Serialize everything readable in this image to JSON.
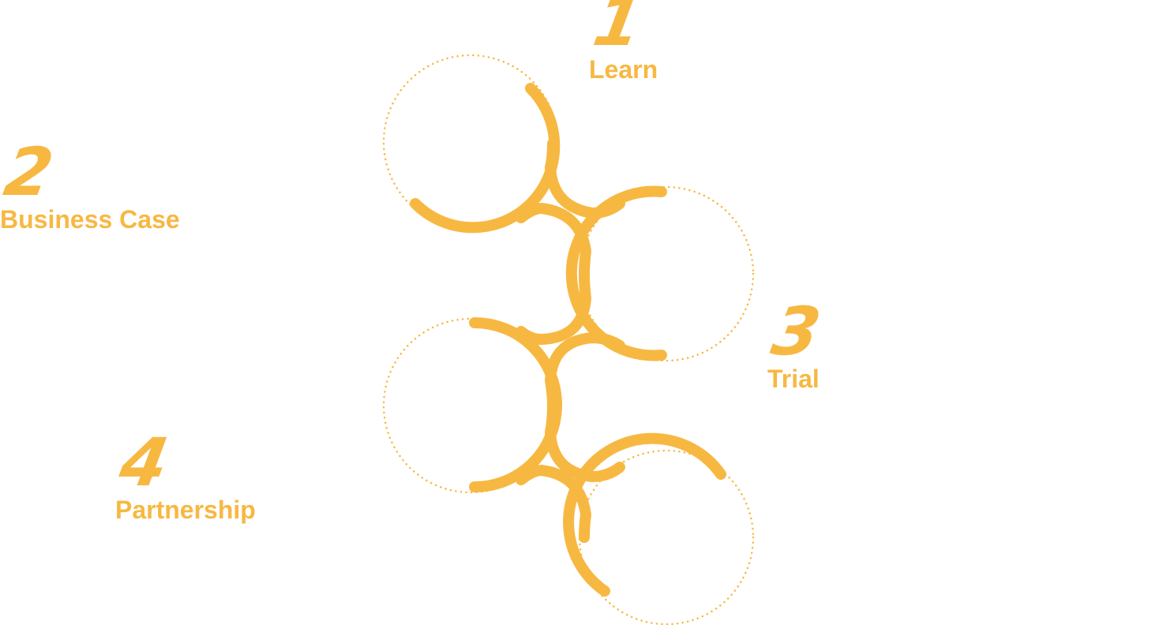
{
  "colors": {
    "accent": "#F7B842",
    "background": "#FFFFFF"
  },
  "steps": [
    {
      "number": "1",
      "label": "Learn"
    },
    {
      "number": "2",
      "label": "Business Case"
    },
    {
      "number": "3",
      "label": "Trial"
    },
    {
      "number": "4",
      "label": "Partnership"
    }
  ]
}
